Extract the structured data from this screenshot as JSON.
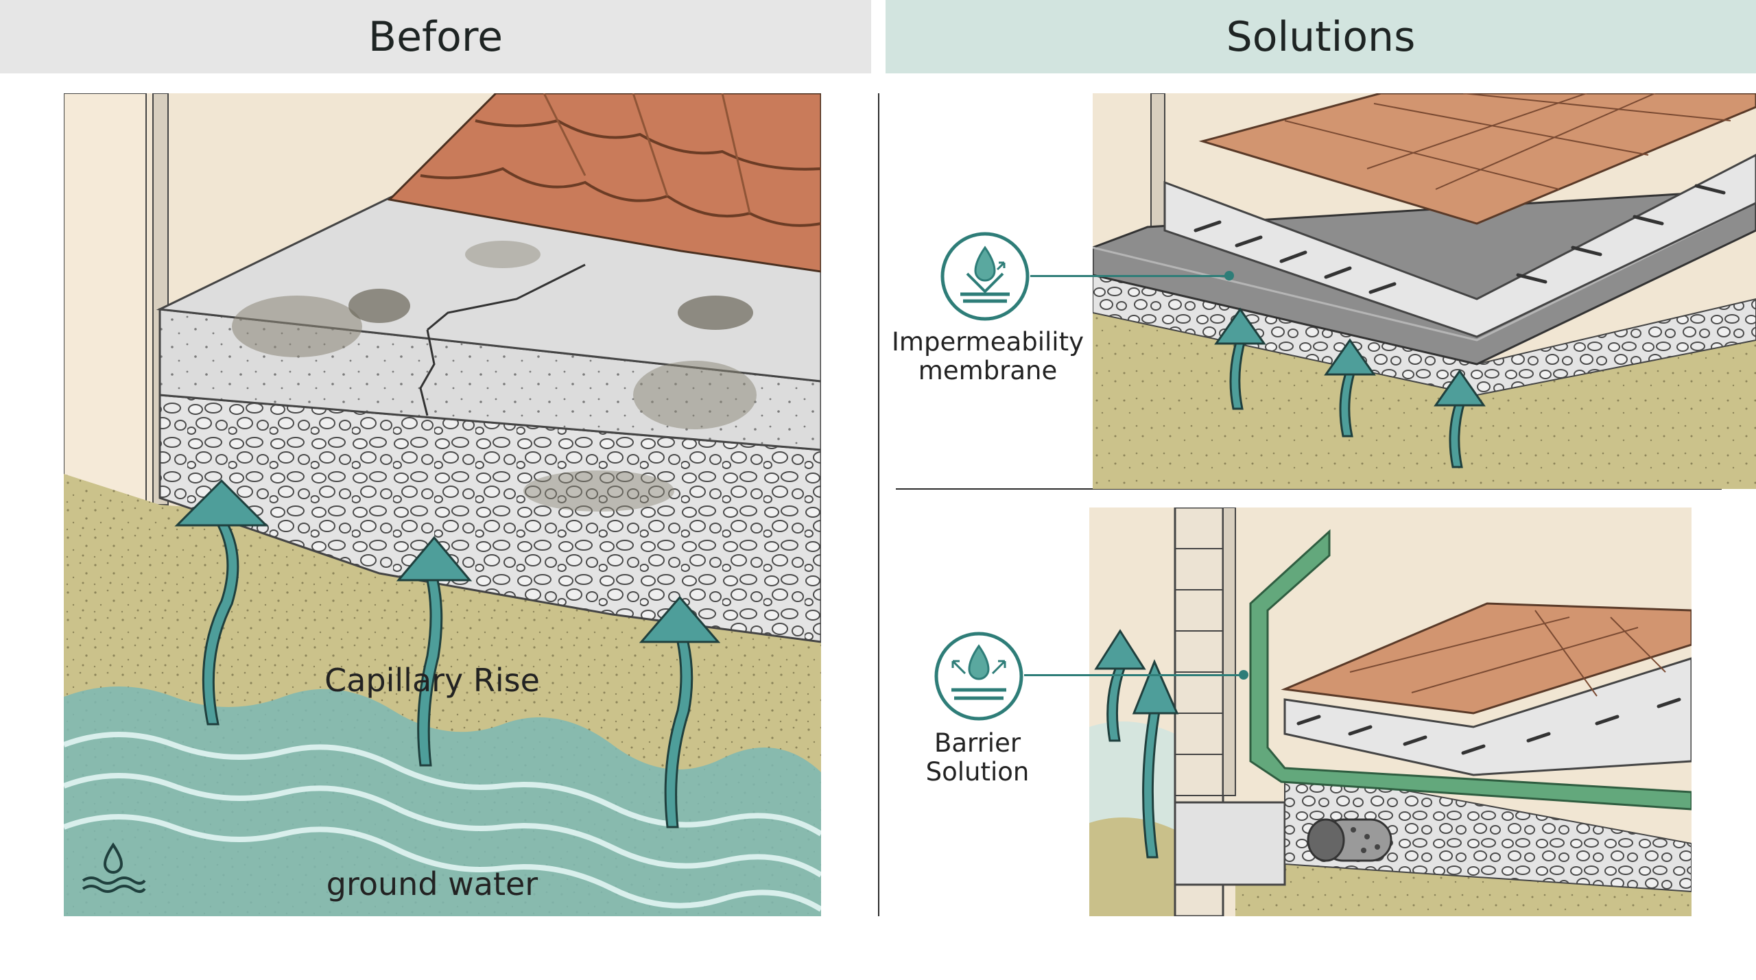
{
  "headers": {
    "before": "Before",
    "solutions": "Solutions"
  },
  "labels": {
    "capillary_rise": "Capillary Rise",
    "ground_water": "ground water",
    "membrane_line1": "Impermeability",
    "membrane_line2": "membrane",
    "barrier_line1": "Barrier",
    "barrier_line2": "Solution"
  },
  "icons": {
    "membrane": "water-drop-membrane-icon",
    "barrier": "water-drop-barrier-icon",
    "ground_water": "water-drop-waves-icon"
  },
  "colors": {
    "header_before_bg": "#e6e6e6",
    "header_solutions_bg": "#d2e4df",
    "arrow": "#4e9e9a",
    "water": "#7db8b4",
    "soil": "#c9c08a",
    "concrete": "#dedede",
    "tile": "#d29570",
    "roof_tile": "#c97b5a",
    "membrane_grey": "#8d8d8d",
    "barrier_green": "#63a87c",
    "accent": "#2e7d78"
  }
}
